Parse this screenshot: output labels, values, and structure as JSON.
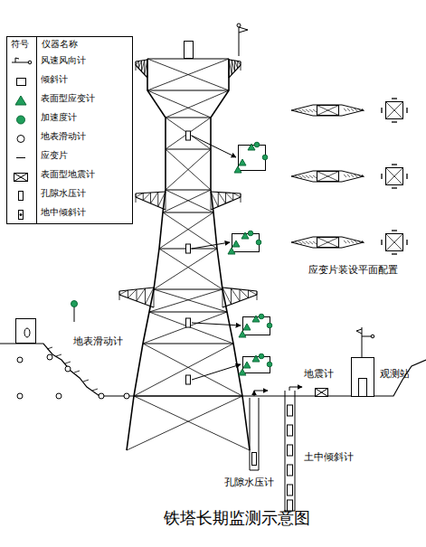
{
  "diagram": {
    "title": "铁塔长期监测示意图",
    "labels": [
      "符号",
      "仪器名称",
      "应变片装设平面配置",
      "地表滑动计",
      "地震计",
      "观测站",
      "土中倾斜计",
      "孔隙水压计"
    ],
    "legend": [
      {
        "text": "风速风向计"
      },
      {
        "text": "倾斜计"
      },
      {
        "text": "表面型应变计"
      },
      {
        "text": "加速度计"
      },
      {
        "text": "地表滑动计"
      },
      {
        "text": "应变片"
      },
      {
        "text": "表面型地震计"
      },
      {
        "text": "孔隙水压计"
      },
      {
        "text": "地中倾斜计"
      }
    ]
  }
}
